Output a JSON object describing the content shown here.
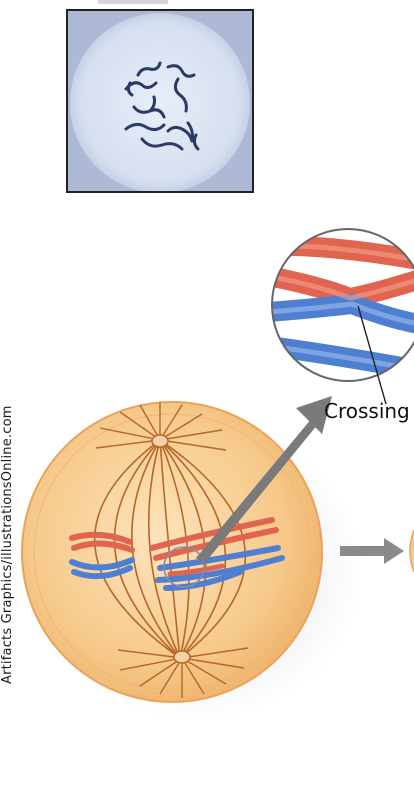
{
  "credit_text": "Artifacts Graphics/illustrationsOnline.com",
  "crossing_label": "Crossing",
  "colors": {
    "maternal": "#e0644f",
    "paternal": "#4f7fd0",
    "cell": "#f6c98a",
    "spindle": "#b5672a",
    "arrow": "#7a7a7a"
  },
  "icons": [
    "micrograph",
    "spindle",
    "chromosome",
    "magnifier-lens",
    "arrow-right"
  ]
}
